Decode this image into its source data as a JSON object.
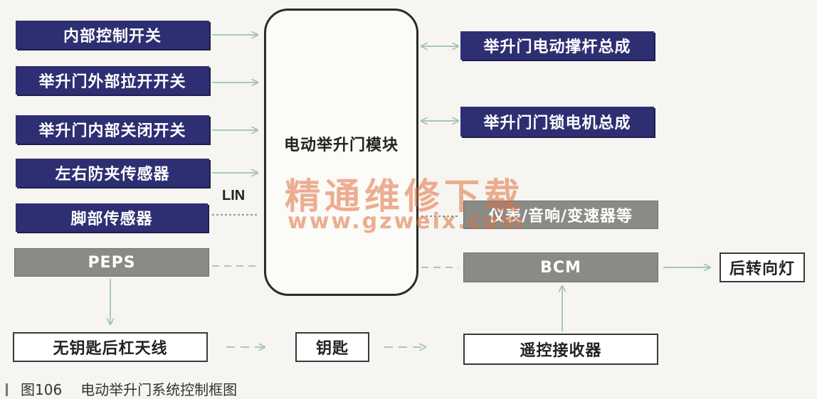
{
  "module": "电动举升门模块",
  "left_inputs": [
    "内部控制开关",
    "举升门外部拉开开关",
    "举升门内部关闭开关",
    "左右防夹传感器",
    "脚部传感器"
  ],
  "peps": "PEPS",
  "lin_label": "LIN",
  "right_outputs": [
    "举升门电动撑杆总成",
    "举升门门锁电机总成"
  ],
  "network": "仪表/音响/变速器等",
  "bcm": "BCM",
  "rear_lamp": "后转向灯",
  "antenna": "无钥匙后杠天线",
  "key": "钥匙",
  "receiver": "遥控接收器",
  "watermark": {
    "cn": "精通维修下载",
    "url": "www.gzweix.com"
  },
  "caption": {
    "number": "图106",
    "text": "电动举升门系统控制框图"
  },
  "colors": {
    "navy_box": "#2e2f72",
    "gray_box": "#8b8a85",
    "arrow": "#a9c7bd"
  }
}
